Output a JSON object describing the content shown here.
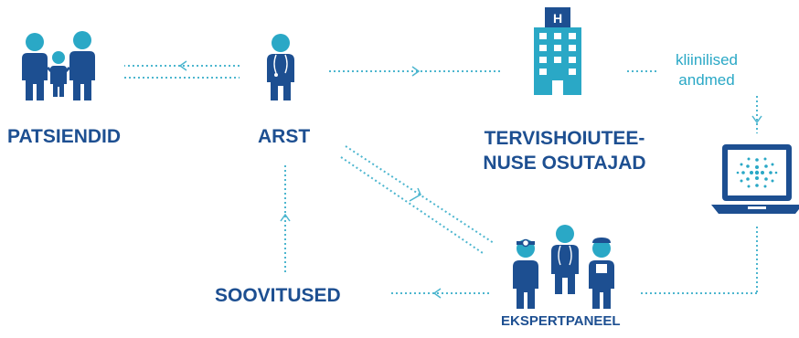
{
  "nodes": {
    "patients": "PATSIENDID",
    "doctor": "ARST",
    "providers_line1": "TERVISHOIUTEE-",
    "providers_line2": "NUSE OSUTAJAD",
    "recommendations": "SOOVITUSED",
    "expert_panel": "EKSPERTPANEEL"
  },
  "edge_labels": {
    "clinical_line1": "kliinilised",
    "clinical_line2": "andmed"
  },
  "colors": {
    "navy": "#1d4f91",
    "teal": "#2aa8c6",
    "arrow": "#4db6cf"
  },
  "icons": {
    "patients": "family-icon",
    "doctor": "doctor-icon",
    "providers": "hospital-icon",
    "computer": "laptop-icon",
    "expert_panel": "medical-team-icon"
  }
}
